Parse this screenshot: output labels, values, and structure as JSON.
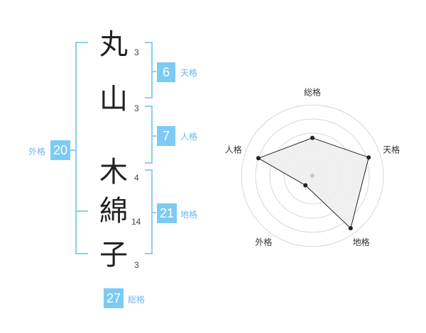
{
  "characters": [
    {
      "char": "丸",
      "strokes": "3"
    },
    {
      "char": "山",
      "strokes": "3"
    },
    {
      "char": "木",
      "strokes": "4"
    },
    {
      "char": "綿",
      "strokes": "14"
    },
    {
      "char": "子",
      "strokes": "3"
    }
  ],
  "fortunes": {
    "tenkaku": {
      "value": "6",
      "label": "天格"
    },
    "jinkaku": {
      "value": "7",
      "label": "人格"
    },
    "chikaku": {
      "value": "21",
      "label": "地格"
    },
    "gaikaku": {
      "value": "20",
      "label": "外格"
    },
    "soukaku": {
      "value": "27",
      "label": "総格"
    }
  },
  "colors": {
    "accent": "#7dcaf4",
    "bracket": "#8ccdf2",
    "radar_fill": "#eeeeee",
    "radar_line": "#222222",
    "radar_grid": "#d6d6d6"
  },
  "chart_data": {
    "type": "radar",
    "axes": [
      "総格",
      "天格",
      "地格",
      "外格",
      "人格"
    ],
    "values": [
      3.2,
      5.0,
      5.5,
      1.0,
      4.8
    ],
    "range": [
      0,
      6
    ]
  }
}
